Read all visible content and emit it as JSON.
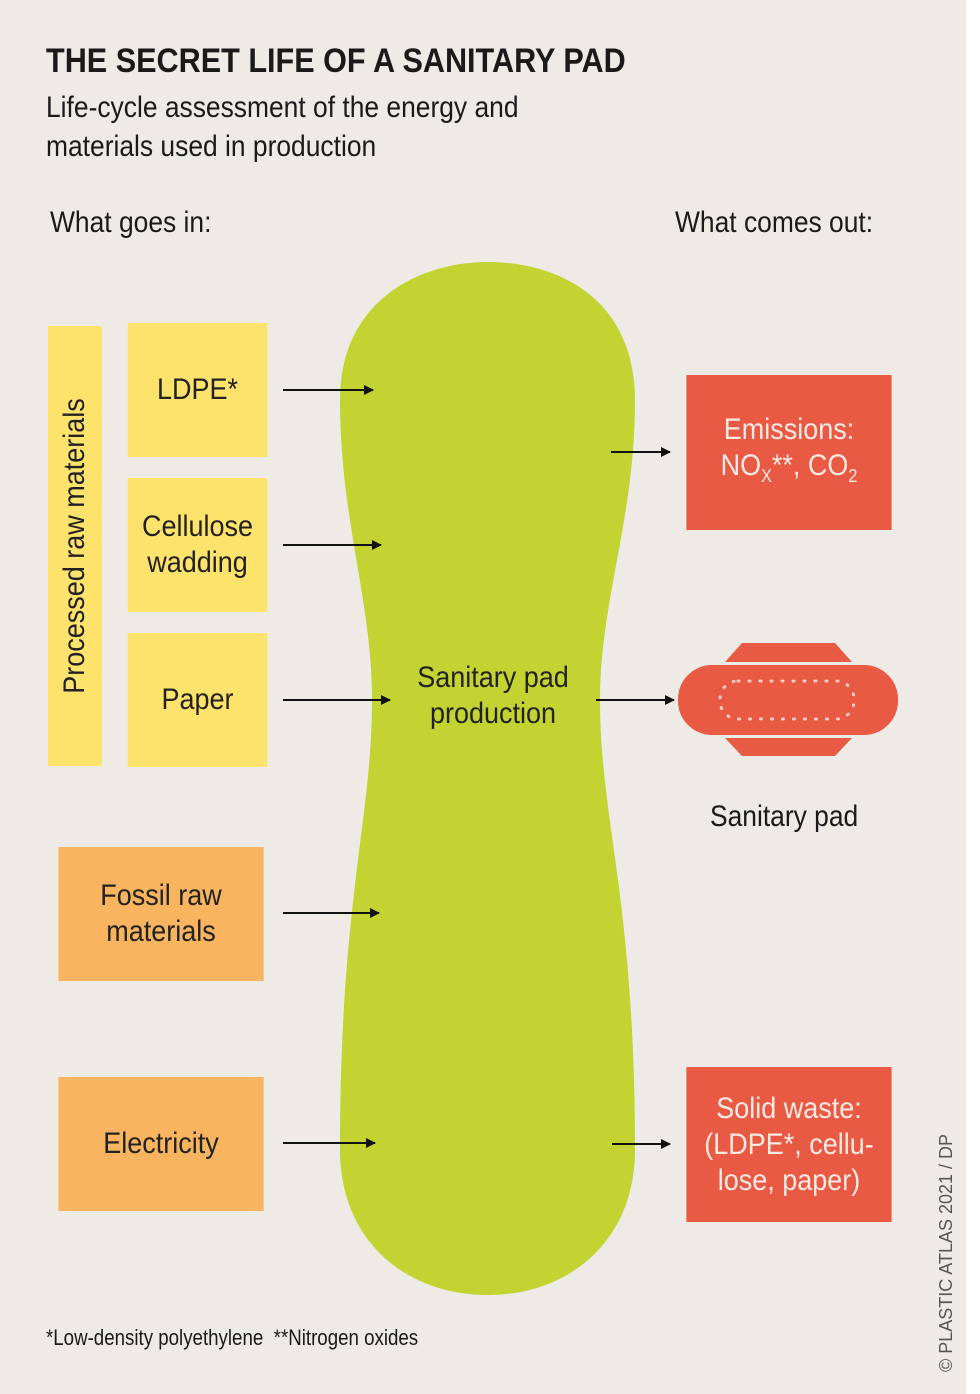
{
  "title": "THE SECRET LIFE OF A SANITARY PAD",
  "subtitle_line1": "Life-cycle assessment of the energy and",
  "subtitle_line2": "materials used in production",
  "inputs_heading": "What goes in:",
  "outputs_heading": "What comes out:",
  "group_label": "Processed raw materials",
  "inputs": {
    "ldpe": "LDPE*",
    "cellulose1": "Cellulose",
    "cellulose2": "wadding",
    "paper": "Paper",
    "fossil1": "Fossil raw",
    "fossil2": "materials",
    "electricity": "Electricity"
  },
  "center1": "Sanitary pad",
  "center2": "production",
  "outputs": {
    "emissions1": "Emissions:",
    "no": "NO",
    "x": "X",
    "stars": "**, CO",
    "two": "2",
    "pad_label": "Sanitary pad",
    "waste1": "Solid waste:",
    "waste2": "(LDPE*, cellu-",
    "waste3": "lose, paper)"
  },
  "footnote1": "*Low-density polyethylene",
  "footnote2": "**Nitrogen oxides",
  "credit": "© PLASTIC ATLAS 2021 / DP",
  "colors": {
    "yellow": "#fde36b",
    "orange": "#f8b45e",
    "red": "#e85a43",
    "green": "#c2d332"
  }
}
